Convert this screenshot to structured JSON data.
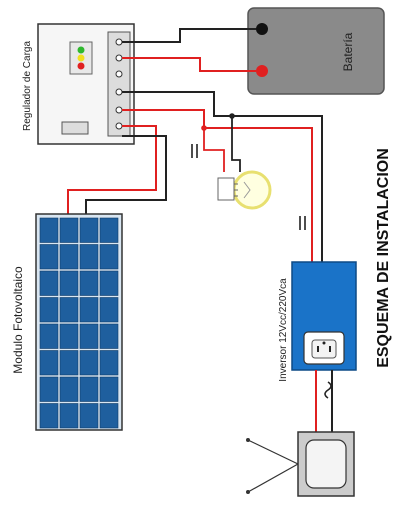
{
  "labels": {
    "regulator": "Regulador de Carga",
    "battery": "Batería",
    "module": "Modulo Fotovoltaico",
    "inverter": "Inversor 12Vcc/220Vca",
    "title": "ESQUEMA DE INSTALACION",
    "dc_symbol": "=",
    "ac_symbol": "~"
  },
  "colors": {
    "wire_positive": "#e02020",
    "wire_negative": "#222222",
    "battery_body": "#8a8a8a",
    "inverter_body": "#1a73c8",
    "panel_cell": "#1f5f9e",
    "led_colors": [
      "#2eb82e",
      "#f0e020",
      "#e02020"
    ]
  },
  "icons": {
    "bulb": "light-bulb-icon",
    "outlet": "power-outlet-icon",
    "tv": "television-icon"
  }
}
